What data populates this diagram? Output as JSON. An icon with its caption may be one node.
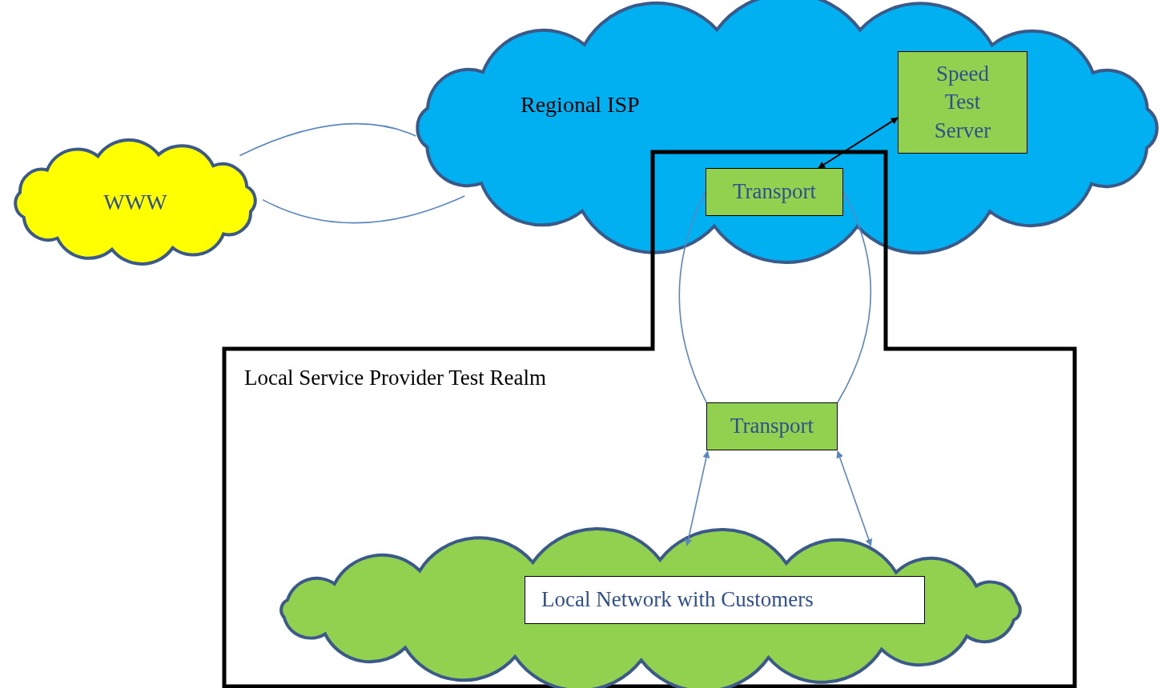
{
  "diagram": {
    "nodes": [
      {
        "text": [
          "WWW"
        ]
      },
      {
        "text": [
          "Regional ISP"
        ]
      },
      {
        "text": [
          "Speed Test Server"
        ],
        "in": 1
      },
      {
        "text": [
          "Transport"
        ]
      },
      {
        "text": [
          "Local Service Provider Test Realm"
        ]
      },
      {
        "text": [
          "Transport"
        ],
        "in": 4
      },
      {
        "text": [],
        "shape": "cloud",
        "in": 4
      },
      {
        "text": [
          "Local Network with Customers"
        ],
        "in": 6
      }
    ],
    "edges": [
      {
        "from": 0,
        "to": 1,
        "arrow": "none"
      },
      {
        "from": 0,
        "to": 1,
        "arrow": "none"
      },
      {
        "from": 2,
        "to": 3,
        "arrow": "both",
        "color": "#000000"
      },
      {
        "from": 3,
        "to": 5,
        "arrow": "none"
      },
      {
        "from": 3,
        "to": 5,
        "arrow": "none"
      },
      {
        "from": 5,
        "to": 6,
        "arrow": "both"
      },
      {
        "from": 5,
        "to": 6,
        "arrow": "both"
      }
    ]
  }
}
